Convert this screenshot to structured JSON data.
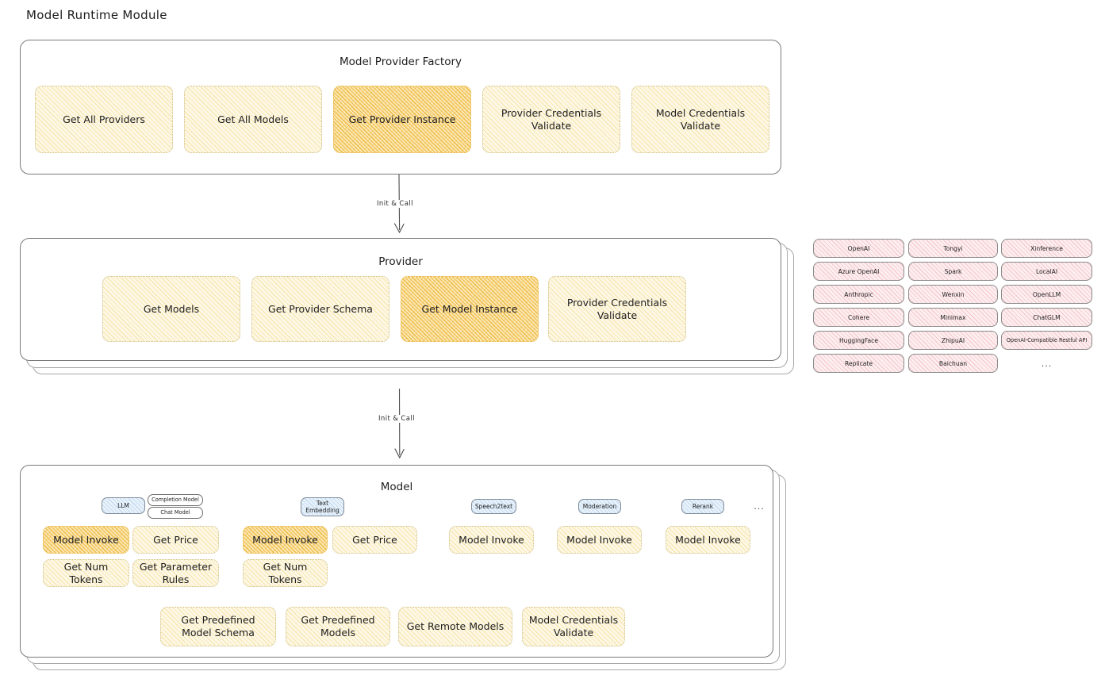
{
  "page": {
    "title": "Model Runtime Module"
  },
  "factory": {
    "title": "Model Provider Factory",
    "nodes": [
      {
        "label": "Get All Providers",
        "highlight": false
      },
      {
        "label": "Get All Models",
        "highlight": false
      },
      {
        "label": "Get Provider Instance",
        "highlight": true
      },
      {
        "label": "Provider Credentials Validate",
        "highlight": false
      },
      {
        "label": "Model Credentials Validate",
        "highlight": false
      }
    ]
  },
  "arrows": [
    {
      "label": "Init & Call"
    },
    {
      "label": "Init & Call"
    }
  ],
  "provider": {
    "title": "Provider",
    "nodes": [
      {
        "label": "Get Models",
        "highlight": false
      },
      {
        "label": "Get Provider Schema",
        "highlight": false
      },
      {
        "label": "Get Model Instance",
        "highlight": true
      },
      {
        "label": "Provider Credentials Validate",
        "highlight": false
      }
    ]
  },
  "provider_list": {
    "columns": [
      {
        "items": [
          "OpenAI",
          "Azure OpenAI",
          "Anthropic",
          "Cohere",
          "HuggingFace",
          "Replicate"
        ]
      },
      {
        "items": [
          "Tongyi",
          "Spark",
          "Wenxin",
          "Minimax",
          "ZhipuAI",
          "Baichuan"
        ]
      },
      {
        "items": [
          "Xinference",
          "LocalAI",
          "OpenLLM",
          "ChatGLM",
          "OpenAI-Compatible Restful API"
        ]
      }
    ],
    "more": "..."
  },
  "model": {
    "title": "Model",
    "more": "...",
    "types": [
      {
        "badge": "LLM",
        "sub_badges": [
          "Completion Model",
          "Chat Model"
        ],
        "nodes": [
          {
            "label": "Model Invoke",
            "highlight": true
          },
          {
            "label": "Get Price",
            "highlight": false
          },
          {
            "label": "Get Num Tokens",
            "highlight": false
          },
          {
            "label": "Get Parameter Rules",
            "highlight": false
          }
        ]
      },
      {
        "badge": "Text Embedding",
        "sub_badges": [],
        "nodes": [
          {
            "label": "Model Invoke",
            "highlight": true
          },
          {
            "label": "Get Price",
            "highlight": false
          },
          {
            "label": "Get Num Tokens",
            "highlight": false
          }
        ]
      },
      {
        "badge": "Speech2text",
        "sub_badges": [],
        "nodes": [
          {
            "label": "Model Invoke",
            "highlight": false
          }
        ]
      },
      {
        "badge": "Moderation",
        "sub_badges": [],
        "nodes": [
          {
            "label": "Model Invoke",
            "highlight": false
          }
        ]
      },
      {
        "badge": "Rerank",
        "sub_badges": [],
        "nodes": [
          {
            "label": "Model Invoke",
            "highlight": false
          }
        ]
      }
    ],
    "common_nodes": [
      {
        "label": "Get Predefined Model Schema"
      },
      {
        "label": "Get Predefined Models"
      },
      {
        "label": "Get Remote Models"
      },
      {
        "label": "Model Credentials Validate"
      }
    ]
  },
  "colors": {
    "node_fill": "#fdf8e6",
    "node_highlight_fill": "#fbe9b8",
    "badge_fill": "#e8f2fb",
    "pill_fill": "#fdeef0",
    "stroke": "#7a7a7a"
  }
}
